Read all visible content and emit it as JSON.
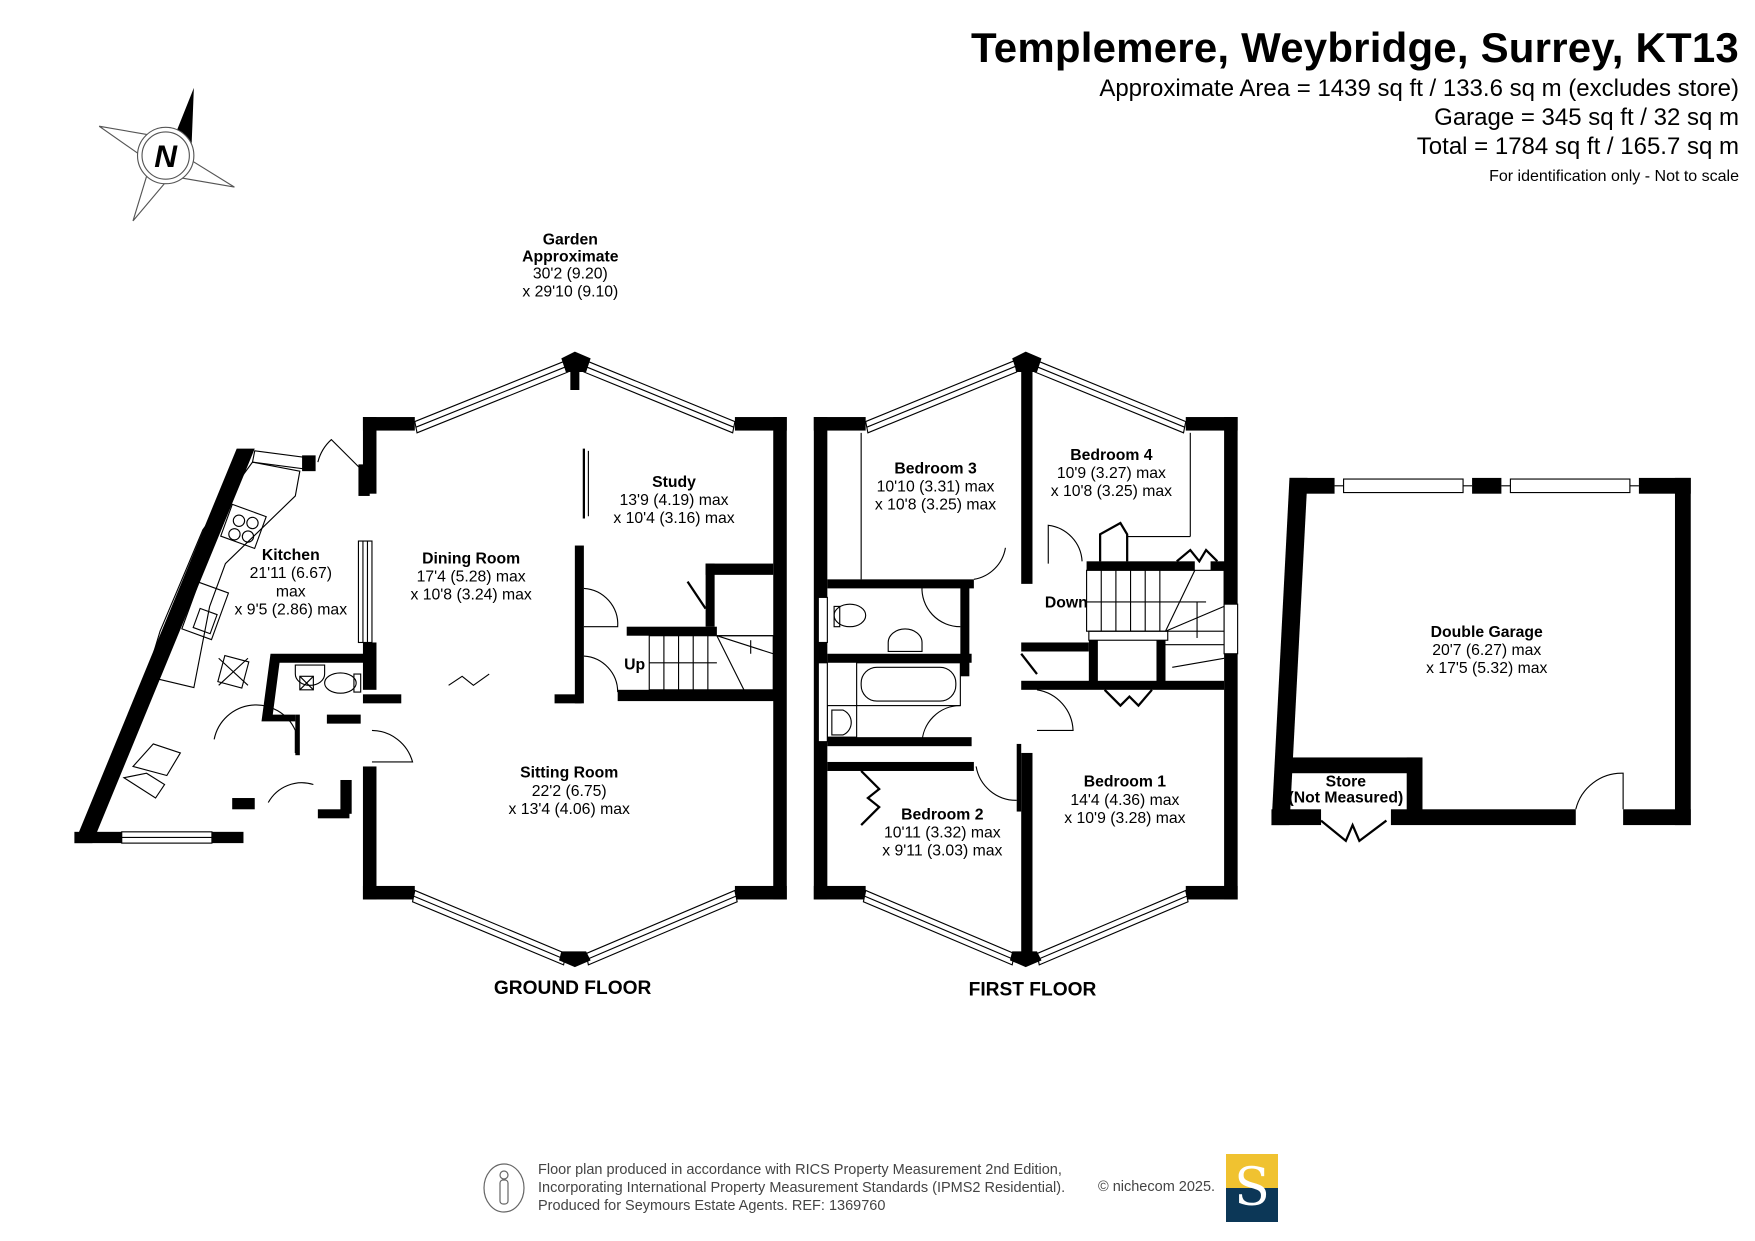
{
  "header": {
    "title": "Templemere, Weybridge, Surrey, KT13",
    "area_lines": [
      "Approximate Area = 1439 sq ft / 133.6 sq m (excludes store)",
      "Garage = 345 sq ft / 32 sq m",
      "Total = 1784 sq ft / 165.7 sq m"
    ],
    "note": "For identification only - Not to scale"
  },
  "compass": {
    "icon": "north-arrow-icon",
    "letter": "N"
  },
  "garden": {
    "name": "Garden",
    "sub": "Approximate",
    "dim1": "30'2 (9.20)",
    "dim2": "x 29'10 (9.10)"
  },
  "ground_floor": {
    "label": "GROUND FLOOR",
    "rooms": {
      "kitchen": {
        "name": "Kitchen",
        "dim1": "21'11 (6.67)",
        "dim2": "max",
        "dim3": "x 9'5 (2.86) max"
      },
      "dining": {
        "name": "Dining Room",
        "dim1": "17'4 (5.28) max",
        "dim2": "x 10'8 (3.24) max"
      },
      "study": {
        "name": "Study",
        "dim1": "13'9 (4.19) max",
        "dim2": "x 10'4 (3.16) max"
      },
      "sitting": {
        "name": "Sitting Room",
        "dim1": "22'2 (6.75)",
        "dim2": "x 13'4 (4.06) max"
      }
    },
    "stairs_label": "Up"
  },
  "first_floor": {
    "label": "FIRST FLOOR",
    "rooms": {
      "bedroom3": {
        "name": "Bedroom 3",
        "dim1": "10'10 (3.31) max",
        "dim2": "x 10'8 (3.25) max"
      },
      "bedroom4": {
        "name": "Bedroom 4",
        "dim1": "10'9 (3.27) max",
        "dim2": "x 10'8 (3.25) max"
      },
      "bedroom2": {
        "name": "Bedroom 2",
        "dim1": "10'11 (3.32) max",
        "dim2": "x 9'11 (3.03) max"
      },
      "bedroom1": {
        "name": "Bedroom 1",
        "dim1": "14'4 (4.36) max",
        "dim2": "x 10'9 (3.28) max"
      }
    },
    "stairs_label": "Down"
  },
  "garage": {
    "name": "Double Garage",
    "dim1": "20'7 (6.27) max",
    "dim2": "x 17'5 (5.32) max",
    "store_name": "Store",
    "store_note": "(Not Measured)"
  },
  "footer": {
    "lines": [
      "Floor plan produced in accordance with RICS Property Measurement 2nd Edition,",
      "Incorporating International Property Measurement Standards (IPMS2 Residential).",
      "Produced for Seymours Estate Agents.   REF: 1369760"
    ],
    "copyright": "© nichecom 2025.",
    "logo_letter": "S",
    "logo_colors": {
      "top": "#f0c230",
      "bottom": "#0c3757"
    }
  }
}
